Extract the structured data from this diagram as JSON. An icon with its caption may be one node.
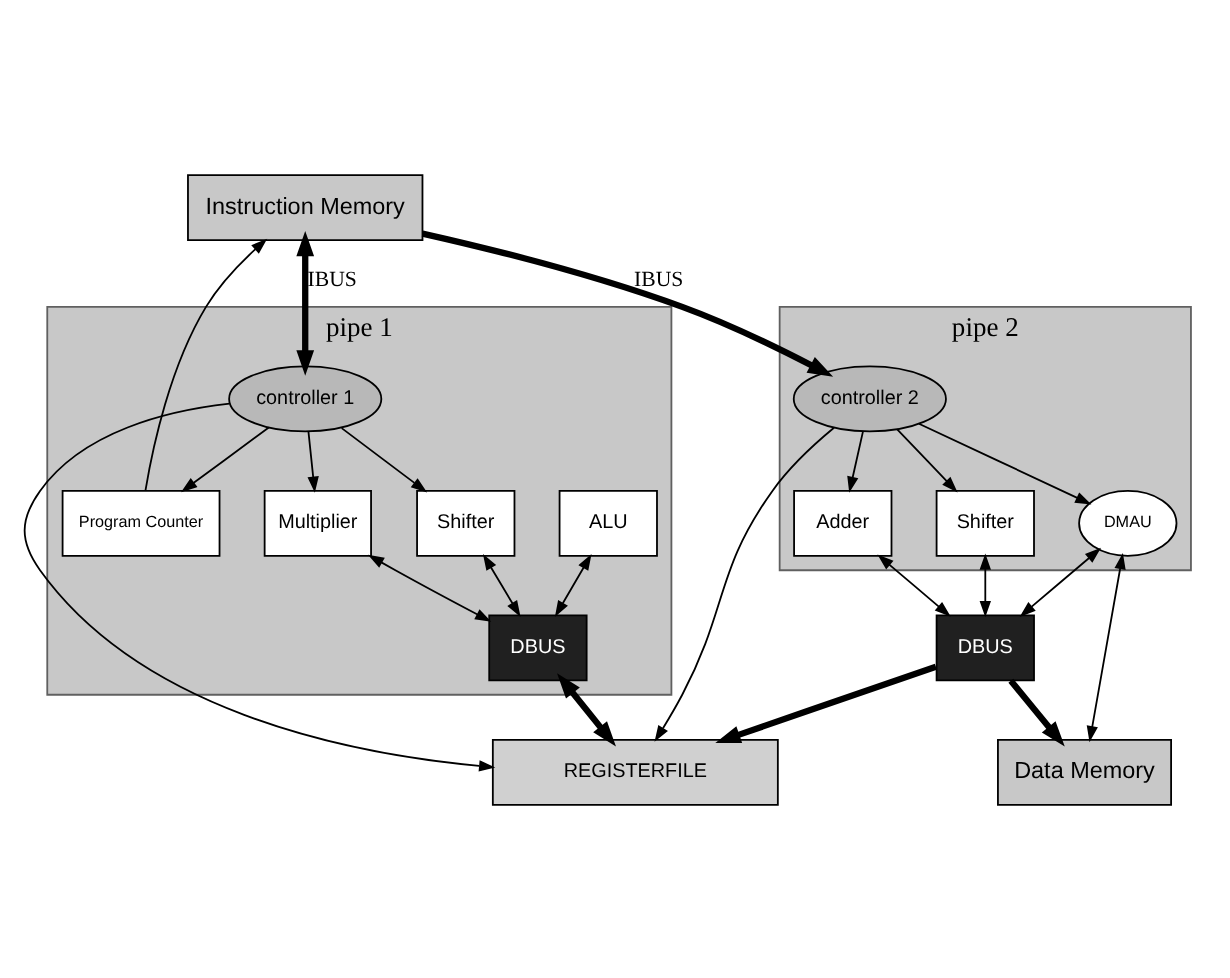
{
  "diagram": {
    "nodes": [
      {
        "text": [
          "REGISTERFILE"
        ]
      },
      {
        "text": [
          "pipe 1"
        ]
      },
      {
        "text": [
          "DBUS"
        ],
        "in": 1
      },
      {
        "text": [
          "ALU"
        ],
        "in": 1
      },
      {
        "text": [
          "controller 1"
        ],
        "in": 1
      },
      {
        "text": [
          "Multiplier"
        ],
        "in": 1
      },
      {
        "text": [
          "Shifter"
        ],
        "in": 1
      },
      {
        "text": [
          "Program Counter"
        ],
        "in": 1
      },
      {
        "text": [
          "pipe 2"
        ]
      },
      {
        "text": [
          "Adder"
        ],
        "in": 8
      },
      {
        "text": [
          "controller 2"
        ],
        "in": 8
      },
      {
        "text": [
          "Shifter"
        ],
        "in": 8
      },
      {
        "text": [
          "DMAU"
        ],
        "in": 8
      },
      {
        "text": [
          "DBUS"
        ]
      },
      {
        "text": [
          "Instruction Memory"
        ]
      },
      {
        "text": [
          "Data Memory"
        ]
      }
    ],
    "edges": [
      {
        "from": 4,
        "to": 0,
        "arrow": "to"
      },
      {
        "from": 10,
        "to": 0,
        "arrow": "to"
      },
      {
        "from": 2,
        "to": 0,
        "arrow": "both",
        "style": "thick"
      },
      {
        "from": 3,
        "to": 2,
        "arrow": "both"
      },
      {
        "from": 4,
        "to": 5,
        "arrow": "to"
      },
      {
        "from": 5,
        "to": 2,
        "arrow": "both"
      },
      {
        "from": 4,
        "to": 6,
        "arrow": "to"
      },
      {
        "from": 6,
        "to": 2,
        "arrow": "both"
      },
      {
        "from": 4,
        "to": 7,
        "arrow": "to"
      },
      {
        "from": 13,
        "to": 0,
        "arrow": "to",
        "style": "thick"
      },
      {
        "from": 9,
        "to": 13,
        "arrow": "both"
      },
      {
        "from": 10,
        "to": 9,
        "arrow": "to"
      },
      {
        "from": 11,
        "to": 13,
        "arrow": "both"
      },
      {
        "from": 10,
        "to": 11,
        "arrow": "to"
      },
      {
        "from": 12,
        "to": 13,
        "arrow": "both"
      },
      {
        "from": 10,
        "to": 12,
        "arrow": "to"
      },
      {
        "from": 7,
        "to": 14,
        "arrow": "to"
      },
      {
        "from": 12,
        "to": 15,
        "arrow": "both"
      },
      {
        "from": 14,
        "to": 4,
        "arrow": "both",
        "style": "thick",
        "label": "IBUS"
      },
      {
        "from": 13,
        "to": 15,
        "arrow": "to",
        "style": "thick"
      },
      {
        "from": 14,
        "to": 10,
        "arrow": "to",
        "style": "thick",
        "label": "IBUS"
      }
    ]
  }
}
